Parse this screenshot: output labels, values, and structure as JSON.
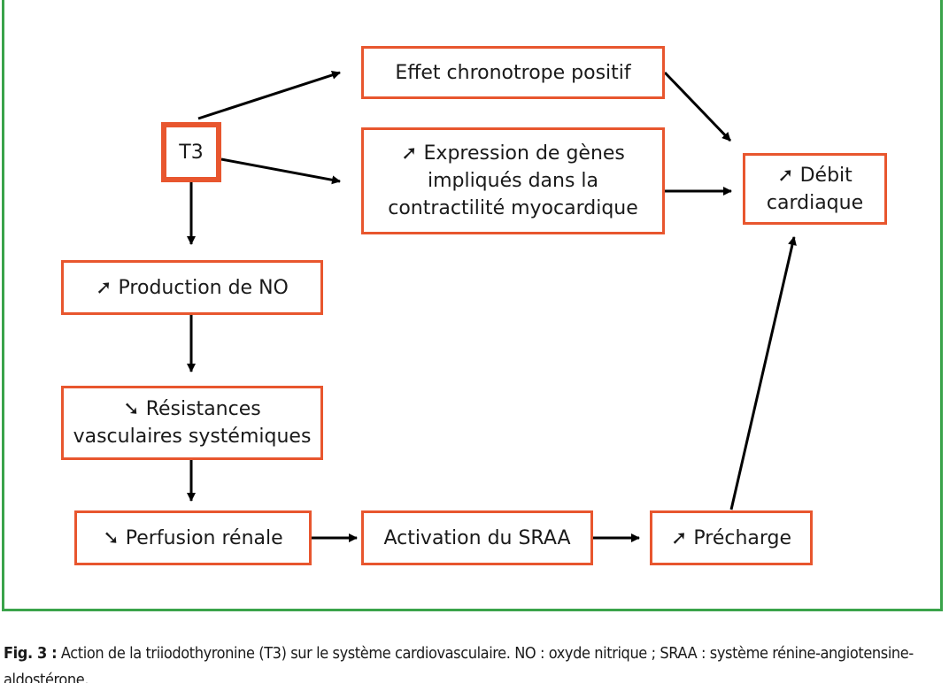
{
  "diagram": {
    "accent_color": "#e8562e",
    "frame_color": "#3aa34a",
    "nodes": {
      "t3": "T3",
      "chronotrope": "Effet chronotrope positif",
      "genes": "➚ Expression de gènes\nimpliqués dans la\ncontractilité myocardique",
      "debit": "➚ Débit\ncardiaque",
      "no": "➚ Production de NO",
      "resistances": "➘ Résistances\nvasculaires systémiques",
      "perfusion": "➘ Perfusion rénale",
      "sraa": "Activation du SRAA",
      "precharge": "➚ Précharge"
    },
    "edges": [
      [
        "t3",
        "chronotrope"
      ],
      [
        "t3",
        "genes"
      ],
      [
        "t3",
        "no"
      ],
      [
        "chronotrope",
        "debit"
      ],
      [
        "genes",
        "debit"
      ],
      [
        "no",
        "resistances"
      ],
      [
        "resistances",
        "perfusion"
      ],
      [
        "perfusion",
        "sraa"
      ],
      [
        "sraa",
        "precharge"
      ],
      [
        "precharge",
        "debit"
      ]
    ]
  },
  "caption": {
    "label": "Fig. 3 :",
    "text": " Action de la triiodothyronine (T3) sur le système cardiovasculaire. NO : oxyde nitrique ; SRAA : système rénine-angiotensine-aldostérone."
  }
}
